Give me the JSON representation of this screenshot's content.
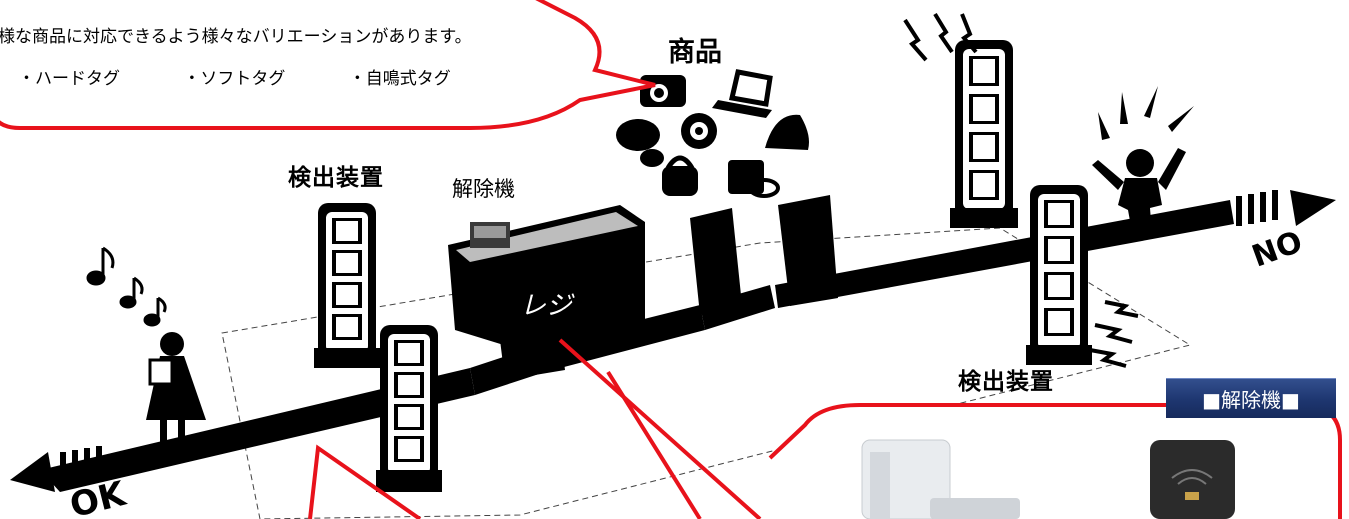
{
  "callout_top": {
    "text": "様な商品に対応できるよう様々なバリエーションがあります。",
    "tags": [
      "・ハードタグ",
      "・ソフトタグ",
      "・自鳴式タグ"
    ]
  },
  "labels": {
    "products": "商品",
    "detector_left": "検出装置",
    "deactivator": "解除機",
    "register": "レジ",
    "detector_right": "検出装置",
    "ok": "OK",
    "no": "NO"
  },
  "deactivator_panel": {
    "title": "■解除機■"
  },
  "colors": {
    "callout_stroke": "#e8121b",
    "title_bg": "#1e3670",
    "ink": "#000000"
  }
}
